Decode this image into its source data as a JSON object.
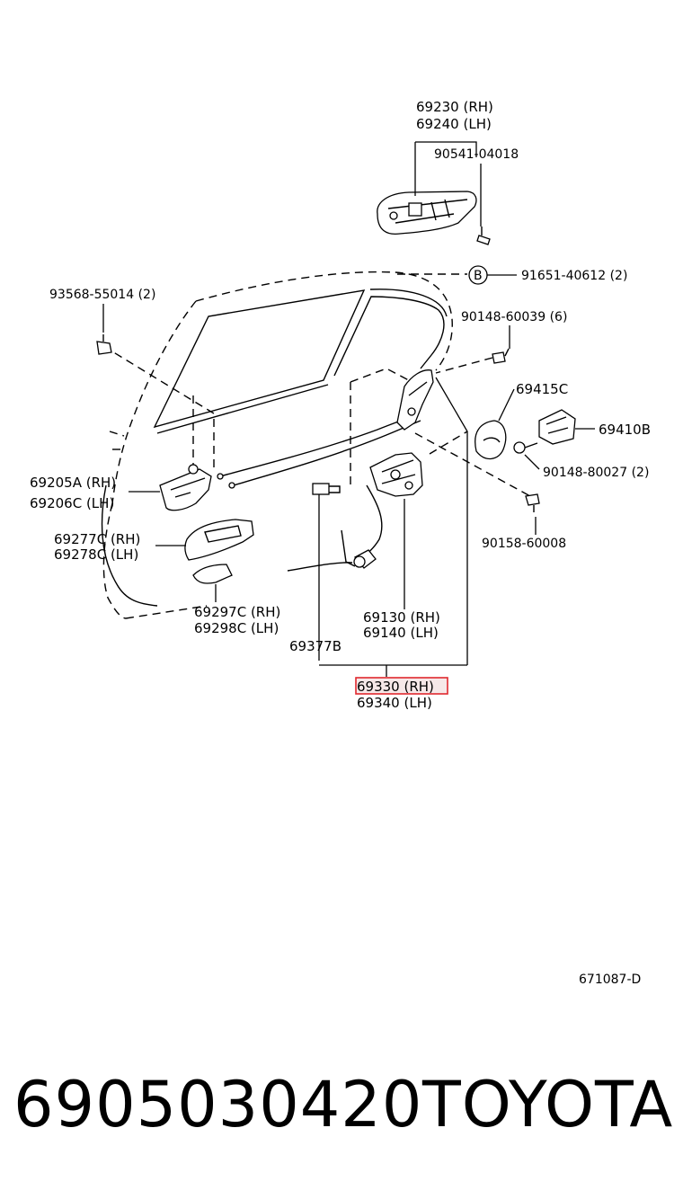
{
  "labels": {
    "p69230": "69230 (RH)",
    "p69240": "69240 (LH)",
    "p90541": "90541-04018",
    "p91651": "91651-40612 (2)",
    "bolt_b": "B",
    "p93568": "93568-55014 (2)",
    "p90148a": "90148-60039 (6)",
    "p69415": "69415C",
    "p69410": "69410B",
    "p90148b": "90148-80027 (2)",
    "p90158": "90158-60008",
    "p69205": "69205A (RH)",
    "p69206": "69206C (LH)",
    "p69277": "69277C (RH)",
    "p69278": "69278C (LH)",
    "p69297": "69297C (RH)",
    "p69298": "69298C (LH)",
    "p69130": "69130 (RH)",
    "p69140": "69140 (LH)",
    "p69377": "69377B",
    "p69330": "69330 (RH)",
    "p69340": "69340 (LH)",
    "diagram_id": "671087-D"
  },
  "highlight_color": "#e0282e",
  "footer": {
    "part_number": "6905030420",
    "brand": "TOYOTA"
  }
}
